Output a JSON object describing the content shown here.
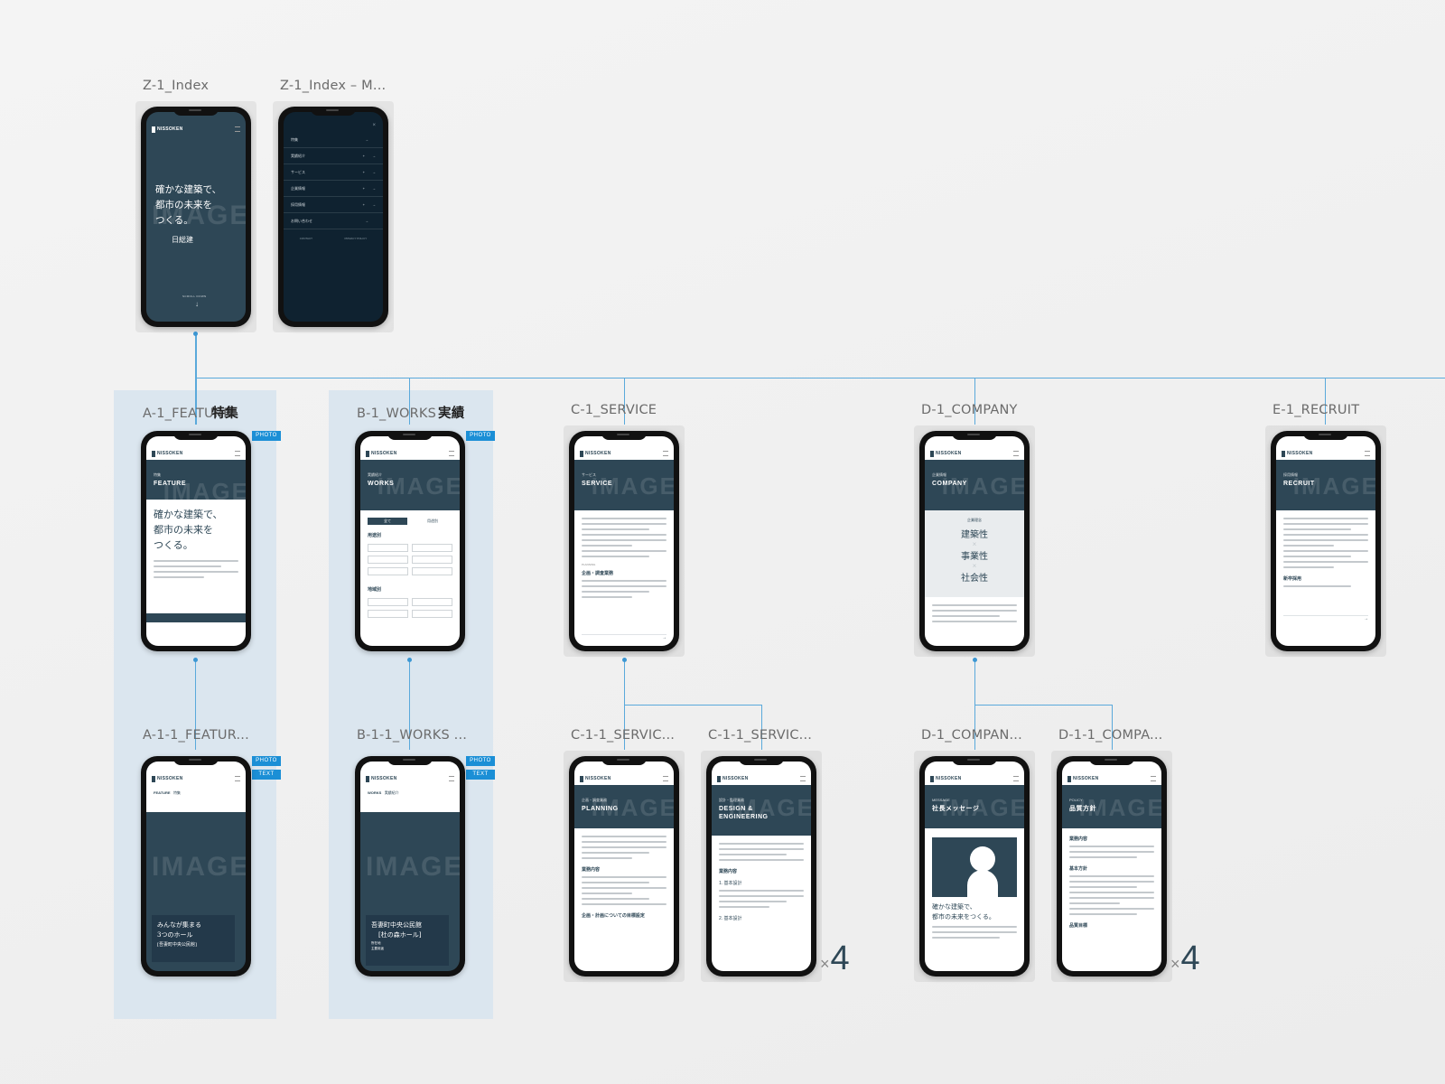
{
  "artboards": {
    "z1": {
      "label": "Z-1_Index",
      "hero_line1": "確かな建築で、",
      "hero_line2": "都市の未来を",
      "hero_line3": "つくる。",
      "brand": "日総建",
      "scroll": "SCROLL DOWN",
      "watermark": "IMAGE"
    },
    "z1m": {
      "label": "Z-1_Index – M...",
      "menu_items": [
        "特集",
        "実績紹介",
        "サービス",
        "企業情報",
        "採用情報",
        "お問い合わせ"
      ],
      "footer_left": "CONTACT",
      "footer_right": "PRIVACY POLICY"
    },
    "a1": {
      "label": "A-1_FEATURE",
      "label_jp": "特集",
      "tag": "PHOTO",
      "small": "特集",
      "en": "FEATURE",
      "line1": "確かな建築で、",
      "line2": "都市の未来を",
      "line3": "つくる。",
      "watermark": "IMAGE"
    },
    "b1": {
      "label": "B-1_WORKS",
      "label_jp": "実績",
      "tag": "PHOTO",
      "small": "実績紹介",
      "en": "WORKS",
      "watermark": "IMAGE",
      "tab1": "全て",
      "tab2": "用途別",
      "section1": "用途別",
      "section2": "地域別"
    },
    "c1": {
      "label": "C-1_SERVICE",
      "small": "サービス",
      "en": "SERVICE",
      "watermark": "IMAGE",
      "sub_en": "PLANNING",
      "sub_jp": "企画・調査業務"
    },
    "d1": {
      "label": "D-1_COMPANY",
      "small": "企業情報",
      "en": "COMPANY",
      "watermark": "IMAGE",
      "concept_small": "企業理念",
      "concept1": "建築性",
      "concept2": "事業性",
      "concept3": "社会性"
    },
    "e1": {
      "label": "E-1_RECRUIT",
      "small": "採用情報",
      "en": "RECRUIT",
      "watermark": "IMAGE",
      "sub": "新卒採用"
    },
    "a11": {
      "label": "A-1-1_FEATUR...",
      "tag1": "PHOTO",
      "tag2": "TEXT",
      "crumb_en": "FEATURE",
      "crumb_jp": "特集",
      "watermark": "IMAGE",
      "card_line1": "みんなが集まる",
      "card_line2": "3つのホール",
      "card_line3": "[吾妻町中央公民館]"
    },
    "b11": {
      "label": "B-1-1_WORKS ...",
      "tag1": "PHOTO",
      "tag2": "TEXT",
      "crumb_en": "WORKS",
      "crumb_jp": "実績紹介",
      "watermark": "IMAGE",
      "card_line1": "吾妻町中央公民館",
      "card_line2": "[杜の森ホール]",
      "meta1": "所在地",
      "meta2": "主要用途"
    },
    "c11a": {
      "label": "C-1-1_SERVIC...",
      "small": "企画・調査業務",
      "en": "PLANNING",
      "watermark": "IMAGE",
      "sub1": "業務内容",
      "sub2": "企画・計画についての目標設定"
    },
    "c11b": {
      "label": "C-1-1_SERVIC...",
      "small": "設計・監理業務",
      "en1": "DESIGN &",
      "en2": "ENGINEERING",
      "watermark": "IMAGE",
      "sub1": "業務内容",
      "sub2": "1. 基本設計",
      "sub3": "2. 基本設計"
    },
    "d1a": {
      "label": "D-1_COMPAN...",
      "small": "MESSAGE",
      "title": "社長メッセージ",
      "watermark": "IMAGE",
      "quote1": "確かな建築で、",
      "quote2": "都市の未来をつくる。"
    },
    "d1b": {
      "label": "D-1-1_COMPA...",
      "small": "POLICY",
      "title": "品質方針",
      "watermark": "IMAGE",
      "sub1": "業務内容",
      "sub2": "基本方針",
      "sub3": "品質目標"
    },
    "multiplier1": {
      "times": "×",
      "count": "4"
    },
    "multiplier2": {
      "times": "×",
      "count": "4"
    }
  },
  "brand_logo": "NISSOKEN",
  "colors": {
    "primary": "#2e4756",
    "navy": "#0f2230",
    "link_line": "#5aa9db",
    "tag": "#1b8fd6",
    "group_bg": "#dbe6ef"
  }
}
